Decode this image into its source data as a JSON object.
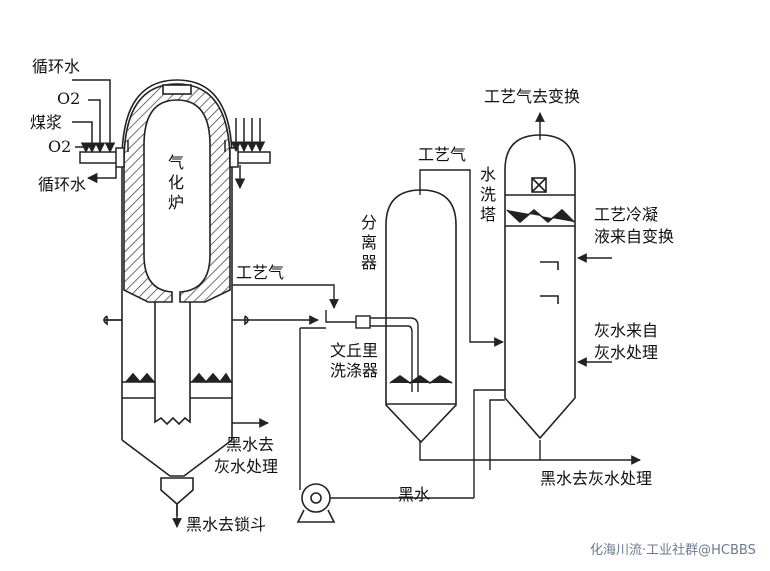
{
  "labels": {
    "circulating_water_in": "循环水",
    "o2_top": "O2",
    "coal_slurry": "煤浆",
    "o2_bottom": "O2",
    "circulating_water_out": "循环水",
    "gasifier": [
      "气",
      "化",
      "炉"
    ],
    "process_gas_1": "工艺气",
    "process_gas_2": "工艺气",
    "process_gas_to_shift": "工艺气去变换",
    "separator": [
      "分",
      "离",
      "器"
    ],
    "wash_tower": [
      "水",
      "洗",
      "塔"
    ],
    "venturi_line1": "文丘里",
    "venturi_line2": "洗涤器",
    "condensate_line1": "工艺冷凝",
    "condensate_line2": "液来自变换",
    "greywater_line1": "灰水来自",
    "greywater_line2": "灰水处理",
    "blackwater_mid_line1": "黑水去",
    "blackwater_mid_line2": "灰水处理",
    "blackwater_right": "黑水去灰水处理",
    "blackwater_pump": "黑水",
    "blackwater_lockhopper": "黑水去锁斗"
  },
  "watermark": "化海川流·工业社群@HCBBS"
}
